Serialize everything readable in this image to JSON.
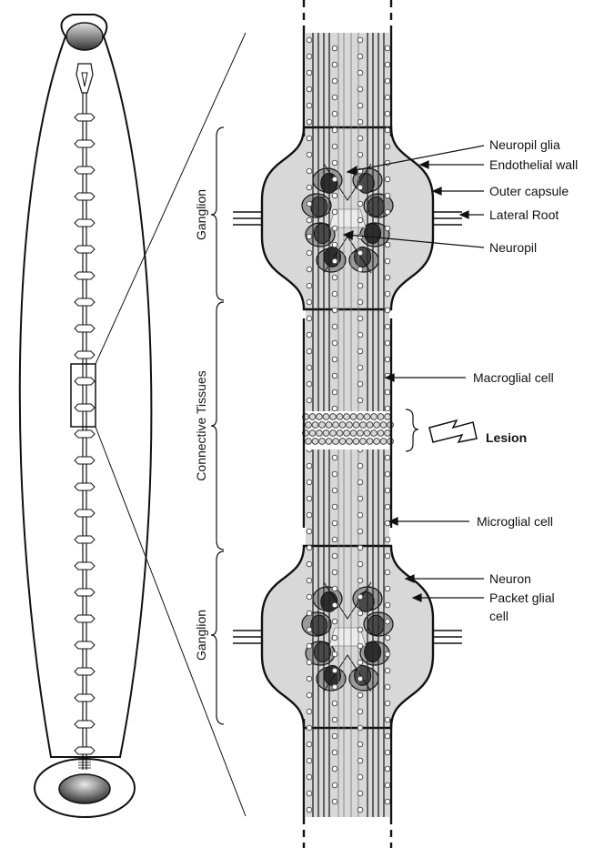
{
  "diagram": {
    "side_labels": {
      "ganglion_top": "Ganglion",
      "connective": "Connective Tissues",
      "ganglion_bottom": "Ganglion"
    },
    "callouts": [
      {
        "id": "neuropil-glia",
        "text": "Neuropil glia"
      },
      {
        "id": "endothelial-wall",
        "text": "Endothelial wall"
      },
      {
        "id": "outer-capsule",
        "text": "Outer capsule"
      },
      {
        "id": "lateral-root",
        "text": "Lateral Root"
      },
      {
        "id": "neuropil",
        "text": "Neuropil"
      },
      {
        "id": "macroglial-cell",
        "text": "Macroglial cell"
      },
      {
        "id": "lesion",
        "text": "Lesion"
      },
      {
        "id": "microglial-cell",
        "text": "Microglial cell"
      },
      {
        "id": "neuron",
        "text": "Neuron"
      },
      {
        "id": "packet-glial-line1",
        "text": "Packet glial"
      },
      {
        "id": "packet-glial-line2",
        "text": "cell"
      }
    ]
  }
}
